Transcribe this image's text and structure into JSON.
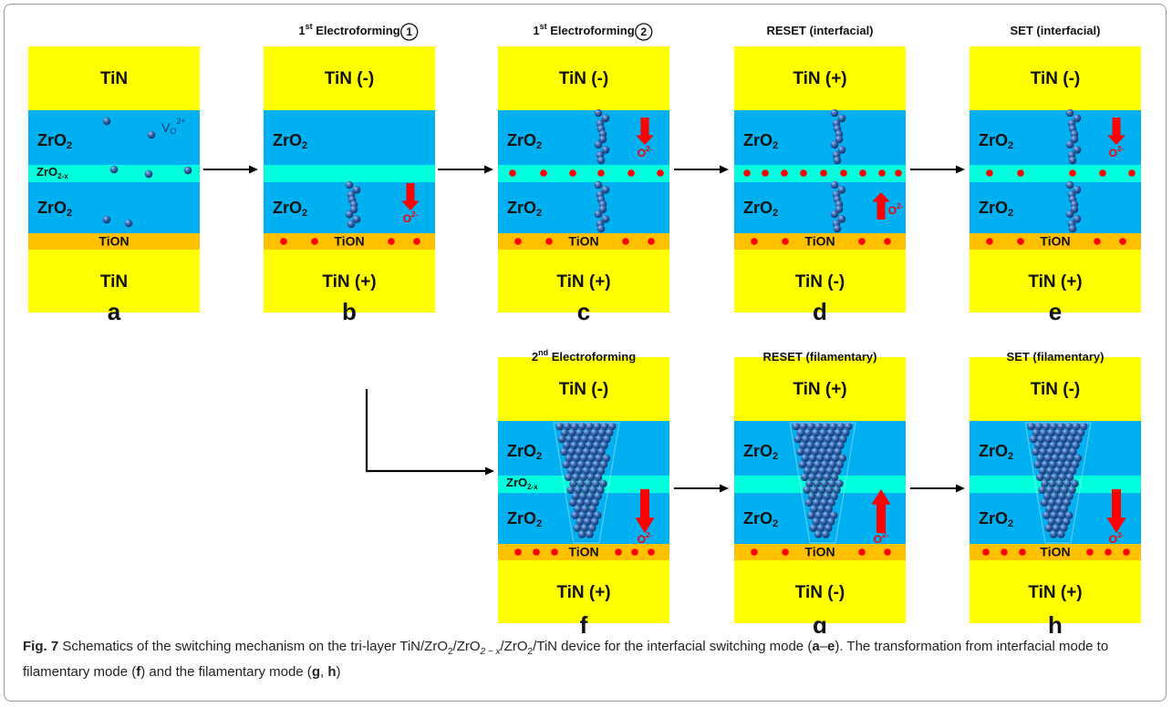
{
  "colors": {
    "tin": "#ffff00",
    "zro2": "#00b0f0",
    "zro2x": "#00ffdd",
    "tion": "#ffc000",
    "vacancy": "#2e5fa8",
    "oxygen_ion": "#ff0000",
    "arrow": "#ff0000",
    "frame": "#9a9a9a"
  },
  "labels": {
    "tin": "TiN",
    "tin_minus": "TiN (-)",
    "tin_plus": "TiN (+)",
    "zro2_base": "ZrO",
    "zro2_sub": "2",
    "zro2x_base": "ZrO",
    "zro2x_sub": "2-x",
    "tion": "TiON",
    "vo_base": "V",
    "vo_sub": "O",
    "vo_sup": "2+",
    "o_ion": "O",
    "o_ion_sup": "2-"
  },
  "panels": [
    {
      "letter": "a",
      "title_main": "",
      "title_sup": "",
      "title_rest": "",
      "title_circle": "",
      "top": "TiN",
      "bottom": "TiN"
    },
    {
      "letter": "b",
      "title_main": "1",
      "title_sup": "st",
      "title_rest": " Electroforming",
      "title_circle": "1",
      "top": "TiN (-)",
      "bottom": "TiN (+)"
    },
    {
      "letter": "c",
      "title_main": "1",
      "title_sup": "st",
      "title_rest": " Electroforming",
      "title_circle": "2",
      "top": "TiN (-)",
      "bottom": "TiN (+)"
    },
    {
      "letter": "d",
      "title_main": "RESET (interfacial)",
      "title_sup": "",
      "title_rest": "",
      "title_circle": "",
      "top": "TiN (+)",
      "bottom": "TiN (-)"
    },
    {
      "letter": "e",
      "title_main": "SET (interfacial)",
      "title_sup": "",
      "title_rest": "",
      "title_circle": "",
      "top": "TiN (-)",
      "bottom": "TiN (+)"
    },
    {
      "letter": "f",
      "title_main": "2",
      "title_sup": "nd",
      "title_rest": " Electroforming",
      "title_circle": "",
      "top": "TiN (-)",
      "bottom": "TiN (+)"
    },
    {
      "letter": "g",
      "title_main": "RESET (filamentary)",
      "title_sup": "",
      "title_rest": "",
      "title_circle": "",
      "top": "TiN (+)",
      "bottom": "TiN (-)"
    },
    {
      "letter": "h",
      "title_main": "SET (filamentary)",
      "title_sup": "",
      "title_rest": "",
      "title_circle": "",
      "top": "TiN (-)",
      "bottom": "TiN (+)"
    }
  ],
  "caption": {
    "fig_label": "Fig. 7",
    "t1": " Schematics of the switching mechanism on the tri-layer TiN/ZrO",
    "s1": "2",
    "t2": "/ZrO",
    "s2": "2 − x",
    "t3": "/ZrO",
    "s3": "2",
    "t4": "/TiN device for the interfacial switching mode (",
    "b1": "a",
    "t5": "–",
    "b2": "e",
    "t6": "). The transformation from interfacial mode to filamentary mode (",
    "b3": "f",
    "t7": ") and the filamentary mode (",
    "b4": "g",
    "t8": ", ",
    "b5": "h",
    "t9": ")"
  }
}
